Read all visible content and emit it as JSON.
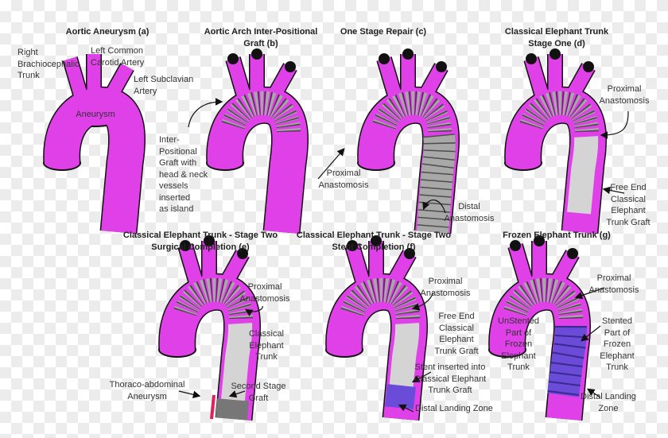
{
  "colors": {
    "aorta": "#e040e8",
    "graft": "#a8a8a8",
    "graft_light": "#d4d4d4",
    "stent": "#6a4cd8",
    "outline": "#111111",
    "suture": "#3a8a3a",
    "aneurysm_red": "#e0205a"
  },
  "panels": {
    "a": {
      "title": "Aortic Aneurysm (a)",
      "right_brachio": [
        "Right",
        "Brachiocephalic",
        "Trunk"
      ],
      "left_carotid": [
        "Left Common",
        "Carotid Artery"
      ],
      "left_subclavian": [
        "Left Subclavian",
        "Artery"
      ],
      "aneurysm": "Aneurysm"
    },
    "b": {
      "title": [
        "Aortic Arch Inter-Positional",
        "Graft (b)"
      ],
      "graft_label": [
        "Inter-",
        "Positional",
        "Graft with",
        "head & neck",
        "vessels",
        "inserted",
        "as island"
      ]
    },
    "c": {
      "title": "One Stage Repair (c)",
      "proximal": [
        "Proximal",
        "Anastomosis"
      ],
      "distal": [
        "Distal",
        "Anastomosis"
      ]
    },
    "d": {
      "title": [
        "Classical Elephant Trunk",
        "Stage One (d)"
      ],
      "proximal": [
        "Proximal",
        "Anastomosis"
      ],
      "free_end": [
        "Free End",
        "Classical",
        "Elephant",
        "Trunk Graft"
      ]
    },
    "e": {
      "title": [
        "Classical Elephant Trunk - Stage Two",
        "Surgical Completion (e)"
      ],
      "proximal": [
        "Proximal",
        "Anastomosis"
      ],
      "trunk": [
        "Classical",
        "Elephant",
        "Trunk"
      ],
      "thoraco": [
        "Thoraco-abdominal",
        "Aneurysm"
      ],
      "second": [
        "Second Stage",
        "Graft"
      ]
    },
    "f": {
      "title": [
        "Classical Elephant Trunk - Stage Two",
        "Stent Completion (f)"
      ],
      "proximal": [
        "Proximal",
        "Anastomosis"
      ],
      "free_end": [
        "Free End",
        "Classical",
        "Elephant",
        "Trunk Graft"
      ],
      "stent": [
        "Stent inserted into",
        "Classical Elephant",
        "Trunk Graft"
      ],
      "landing": "Distal Landing Zone"
    },
    "g": {
      "title": "Frozen Elephant Trunk (g)",
      "proximal": [
        "Proximal",
        "Anastomosis"
      ],
      "unstented": [
        "UnStented",
        "Part of",
        "Frozen",
        "Elephant",
        "Trunk"
      ],
      "stented": [
        "Stented",
        "Part of",
        "Frozen",
        "Elephant",
        "Trunk"
      ],
      "landing": [
        "Distal Landing",
        "Zone"
      ]
    }
  }
}
